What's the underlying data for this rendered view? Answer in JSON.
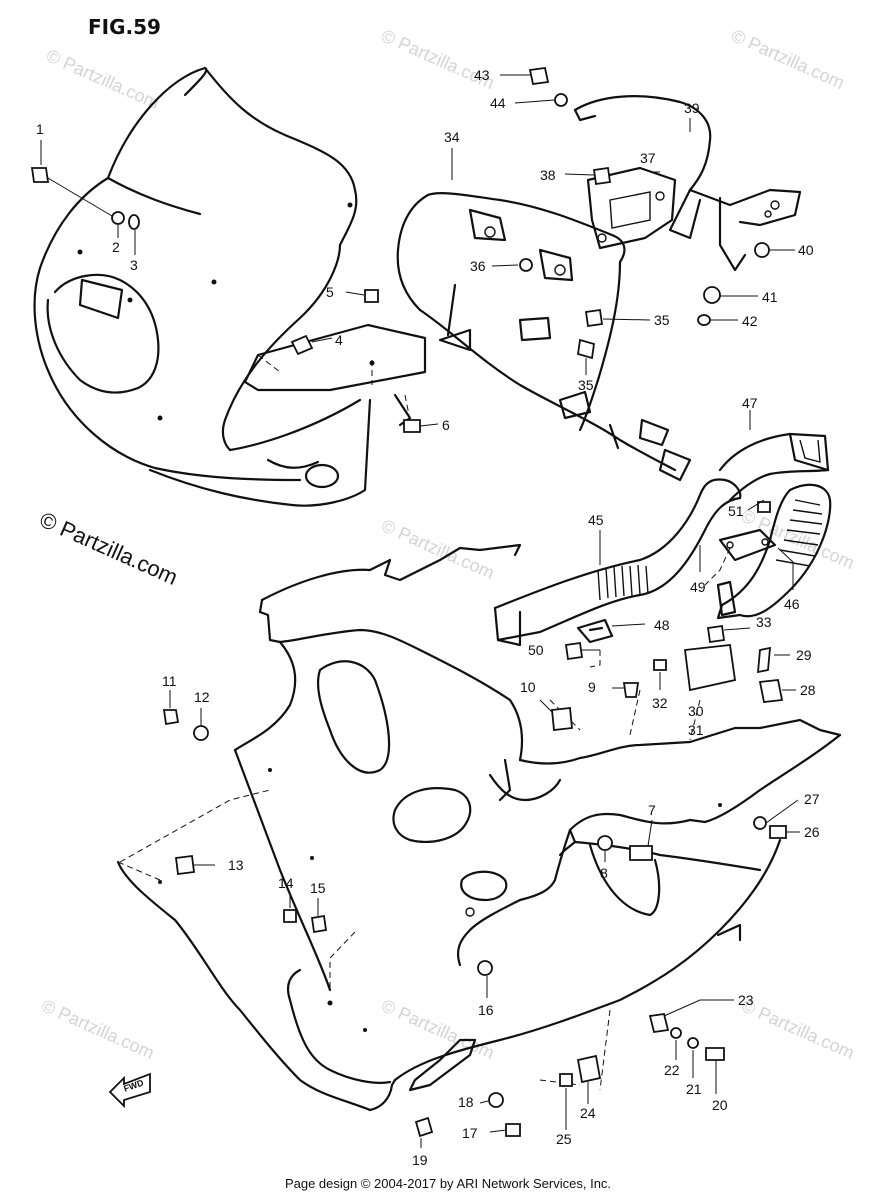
{
  "figure": {
    "title": "FIG.59",
    "forward_label": "FWD"
  },
  "watermark": {
    "text": "© Partzilla.com"
  },
  "callouts": [
    "1",
    "2",
    "3",
    "4",
    "5",
    "6",
    "7",
    "8",
    "9",
    "10",
    "11",
    "12",
    "13",
    "14",
    "15",
    "16",
    "17",
    "18",
    "19",
    "20",
    "21",
    "22",
    "23",
    "24",
    "25",
    "26",
    "27",
    "28",
    "29",
    "30",
    "31",
    "32",
    "33",
    "34",
    "35",
    "35",
    "36",
    "37",
    "38",
    "39",
    "40",
    "41",
    "42",
    "43",
    "44",
    "45",
    "46",
    "47",
    "48",
    "49",
    "50",
    "51"
  ],
  "footer": {
    "text": "Page design © 2004-2017 by ARI Network Services, Inc."
  }
}
